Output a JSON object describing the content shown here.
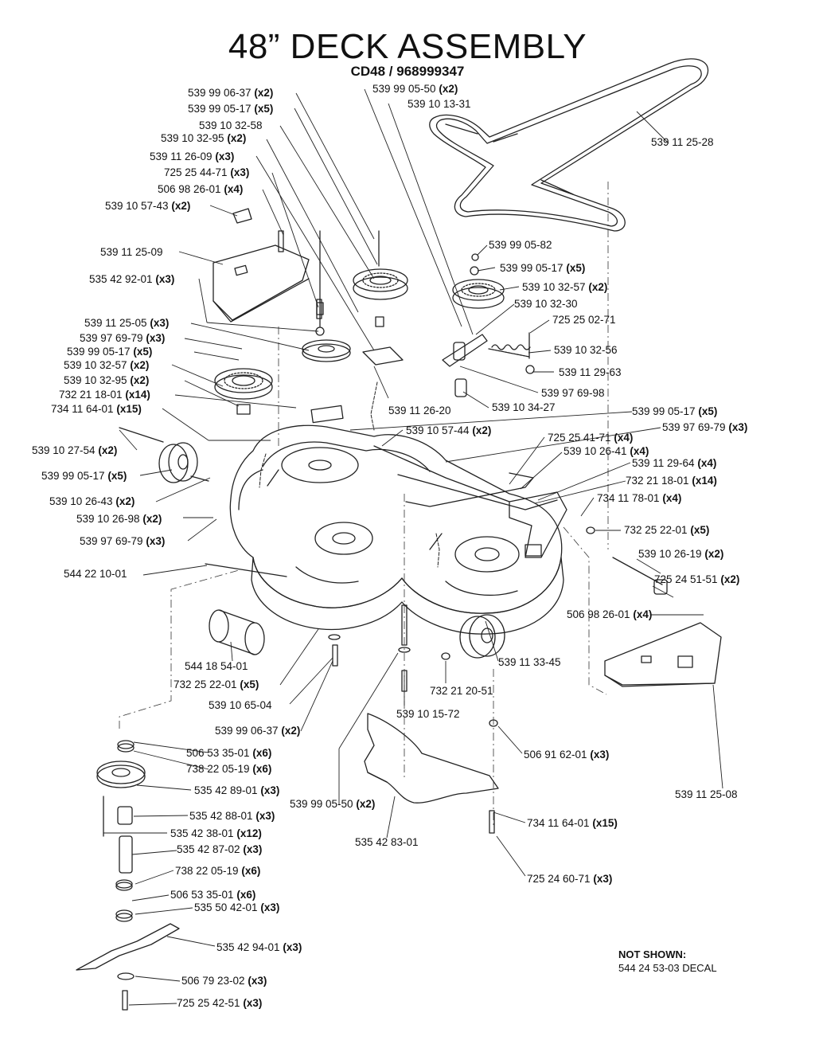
{
  "title": "48” DECK ASSEMBLY",
  "subtitle": "CD48 / 968999347",
  "not_shown": {
    "heading": "NOT SHOWN:",
    "item": "544 24 53-03   DECAL"
  },
  "labels": [
    {
      "part": "539 99 06-37",
      "qty": "(x2)"
    },
    {
      "part": "539 99 05-17",
      "qty": "(x5)"
    },
    {
      "part": "539 10 32-58",
      "qty": ""
    },
    {
      "part": "539 10 32-95",
      "qty": "(x2)"
    },
    {
      "part": "539 11 26-09",
      "qty": "(x3)"
    },
    {
      "part": "725 25 44-71",
      "qty": "(x3)"
    },
    {
      "part": "506 98 26-01",
      "qty": "(x4)"
    },
    {
      "part": "539 10 57-43",
      "qty": "(x2)"
    },
    {
      "part": "539 99 05-50",
      "qty": "(x2)"
    },
    {
      "part": "539 10 13-31",
      "qty": ""
    },
    {
      "part": "539 11 25-28",
      "qty": ""
    },
    {
      "part": "539 11 25-09",
      "qty": ""
    },
    {
      "part": "535 42 92-01",
      "qty": "(x3)"
    },
    {
      "part": "539 99 05-82",
      "qty": ""
    },
    {
      "part": "539 99 05-17",
      "qty": "(x5)"
    },
    {
      "part": "539 10 32-57",
      "qty": "(x2)"
    },
    {
      "part": "539 10 32-30",
      "qty": ""
    },
    {
      "part": "725 25 02-71",
      "qty": ""
    },
    {
      "part": "539 11 25-05",
      "qty": "(x3)"
    },
    {
      "part": "539 97 69-79",
      "qty": "(x3)"
    },
    {
      "part": "539 99 05-17",
      "qty": "(x5)"
    },
    {
      "part": "539 10 32-57",
      "qty": "(x2)"
    },
    {
      "part": "539 10 32-95",
      "qty": "(x2)"
    },
    {
      "part": "539 10 32-56",
      "qty": ""
    },
    {
      "part": "539 11 29-63",
      "qty": ""
    },
    {
      "part": "539 97 69-98",
      "qty": ""
    },
    {
      "part": "732 21 18-01",
      "qty": "(x14)"
    },
    {
      "part": "734 11 64-01",
      "qty": "(x15)"
    },
    {
      "part": "539 11 26-20",
      "qty": ""
    },
    {
      "part": "539 10 34-27",
      "qty": ""
    },
    {
      "part": "539 99 05-17",
      "qty": "(x5)"
    },
    {
      "part": "539 10 57-44",
      "qty": "(x2)"
    },
    {
      "part": "539 97 69-79",
      "qty": "(x3)"
    },
    {
      "part": "725 25 41-71",
      "qty": "(x4)"
    },
    {
      "part": "539 10 27-54",
      "qty": "(x2)"
    },
    {
      "part": "539 10 26-41",
      "qty": "(x4)"
    },
    {
      "part": "539 99 05-17",
      "qty": "(x5)"
    },
    {
      "part": "539 11 29-64",
      "qty": "(x4)"
    },
    {
      "part": "732 21 18-01",
      "qty": "(x14)"
    },
    {
      "part": "539 10 26-43",
      "qty": "(x2)"
    },
    {
      "part": "734 11 78-01",
      "qty": "(x4)"
    },
    {
      "part": "539 10 26-98",
      "qty": "(x2)"
    },
    {
      "part": "732 25 22-01",
      "qty": "(x5)"
    },
    {
      "part": "539 97 69-79",
      "qty": "(x3)"
    },
    {
      "part": "539 10 26-19",
      "qty": "(x2)"
    },
    {
      "part": "544 22 10-01",
      "qty": ""
    },
    {
      "part": "725 24 51-51",
      "qty": "(x2)"
    },
    {
      "part": "506 98 26-01",
      "qty": "(x4)"
    },
    {
      "part": "539 11 33-45",
      "qty": ""
    },
    {
      "part": "544 18 54-01",
      "qty": ""
    },
    {
      "part": "732 25 22-01",
      "qty": "(x5)"
    },
    {
      "part": "732 21 20-51",
      "qty": ""
    },
    {
      "part": "539 10 65-04",
      "qty": ""
    },
    {
      "part": "539 10 15-72",
      "qty": ""
    },
    {
      "part": "539 99 06-37",
      "qty": "(x2)"
    },
    {
      "part": "506 53 35-01",
      "qty": "(x6)"
    },
    {
      "part": "506 91 62-01",
      "qty": "(x3)"
    },
    {
      "part": "738 22 05-19",
      "qty": "(x6)"
    },
    {
      "part": "535 42 89-01",
      "qty": "(x3)"
    },
    {
      "part": "539 11 25-08",
      "qty": ""
    },
    {
      "part": "539 99 05-50",
      "qty": "(x2)"
    },
    {
      "part": "535 42 88-01",
      "qty": "(x3)"
    },
    {
      "part": "734 11 64-01",
      "qty": "(x15)"
    },
    {
      "part": "535 42 38-01",
      "qty": "(x12)"
    },
    {
      "part": "535 42 83-01",
      "qty": ""
    },
    {
      "part": "535 42 87-02",
      "qty": "(x3)"
    },
    {
      "part": "725 24 60-71",
      "qty": "(x3)"
    },
    {
      "part": "738 22 05-19",
      "qty": "(x6)"
    },
    {
      "part": "506 53 35-01",
      "qty": "(x6)"
    },
    {
      "part": "535 50 42-01",
      "qty": "(x3)"
    },
    {
      "part": "535 42 94-01",
      "qty": "(x3)"
    },
    {
      "part": "506 79 23-02",
      "qty": "(x3)"
    },
    {
      "part": "725 25 42-51",
      "qty": "(x3)"
    }
  ]
}
